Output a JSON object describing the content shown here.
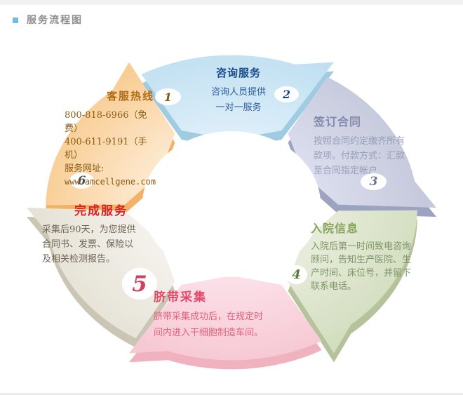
{
  "header": {
    "title": "服务流程图",
    "bullet_color": "#74b9e8"
  },
  "steps": [
    {
      "num": "1",
      "title": "客服热线",
      "lines": [
        "800-818-6966（免费）",
        "400-611-9191（手机）",
        "服务网址:",
        "www.amcellgene.com"
      ],
      "petal_color": "#f8cd94",
      "title_color": "#b06a14"
    },
    {
      "num": "2",
      "title": "咨询服务",
      "lines": [
        "咨询人员提供",
        "一对一服务"
      ],
      "petal_color": "#c0e0f1",
      "title_color": "#1a4a8c"
    },
    {
      "num": "3",
      "title": "签订合同",
      "lines": [
        "按照合同约定缴齐所有",
        "款项。付款方式：汇款",
        "至合同指定帐户"
      ],
      "petal_color": "#c5c9db",
      "title_color": "#8289ab"
    },
    {
      "num": "4",
      "title": "入院信息",
      "lines": [
        "入院后第一时间致电咨询",
        "顾问，告知生产医院、生",
        "产时间、床位号，并留下",
        "联系电话。"
      ],
      "petal_color": "#d3dec0",
      "title_color": "#88a35a"
    },
    {
      "num": "5",
      "title": "脐带采集",
      "lines": [
        "脐带采集成功后，在规定时",
        "间内进入干细胞制造车间。"
      ],
      "petal_color": "#f6c8d3",
      "title_color": "#e34a6a"
    },
    {
      "num": "6",
      "title": "完成服务",
      "lines": [
        "采集后90天，为您提供",
        "合同书、发票、保险以",
        "及相关检测报告。"
      ],
      "petal_color": "#e6e2d6",
      "title_color": "#dd2222"
    }
  ]
}
